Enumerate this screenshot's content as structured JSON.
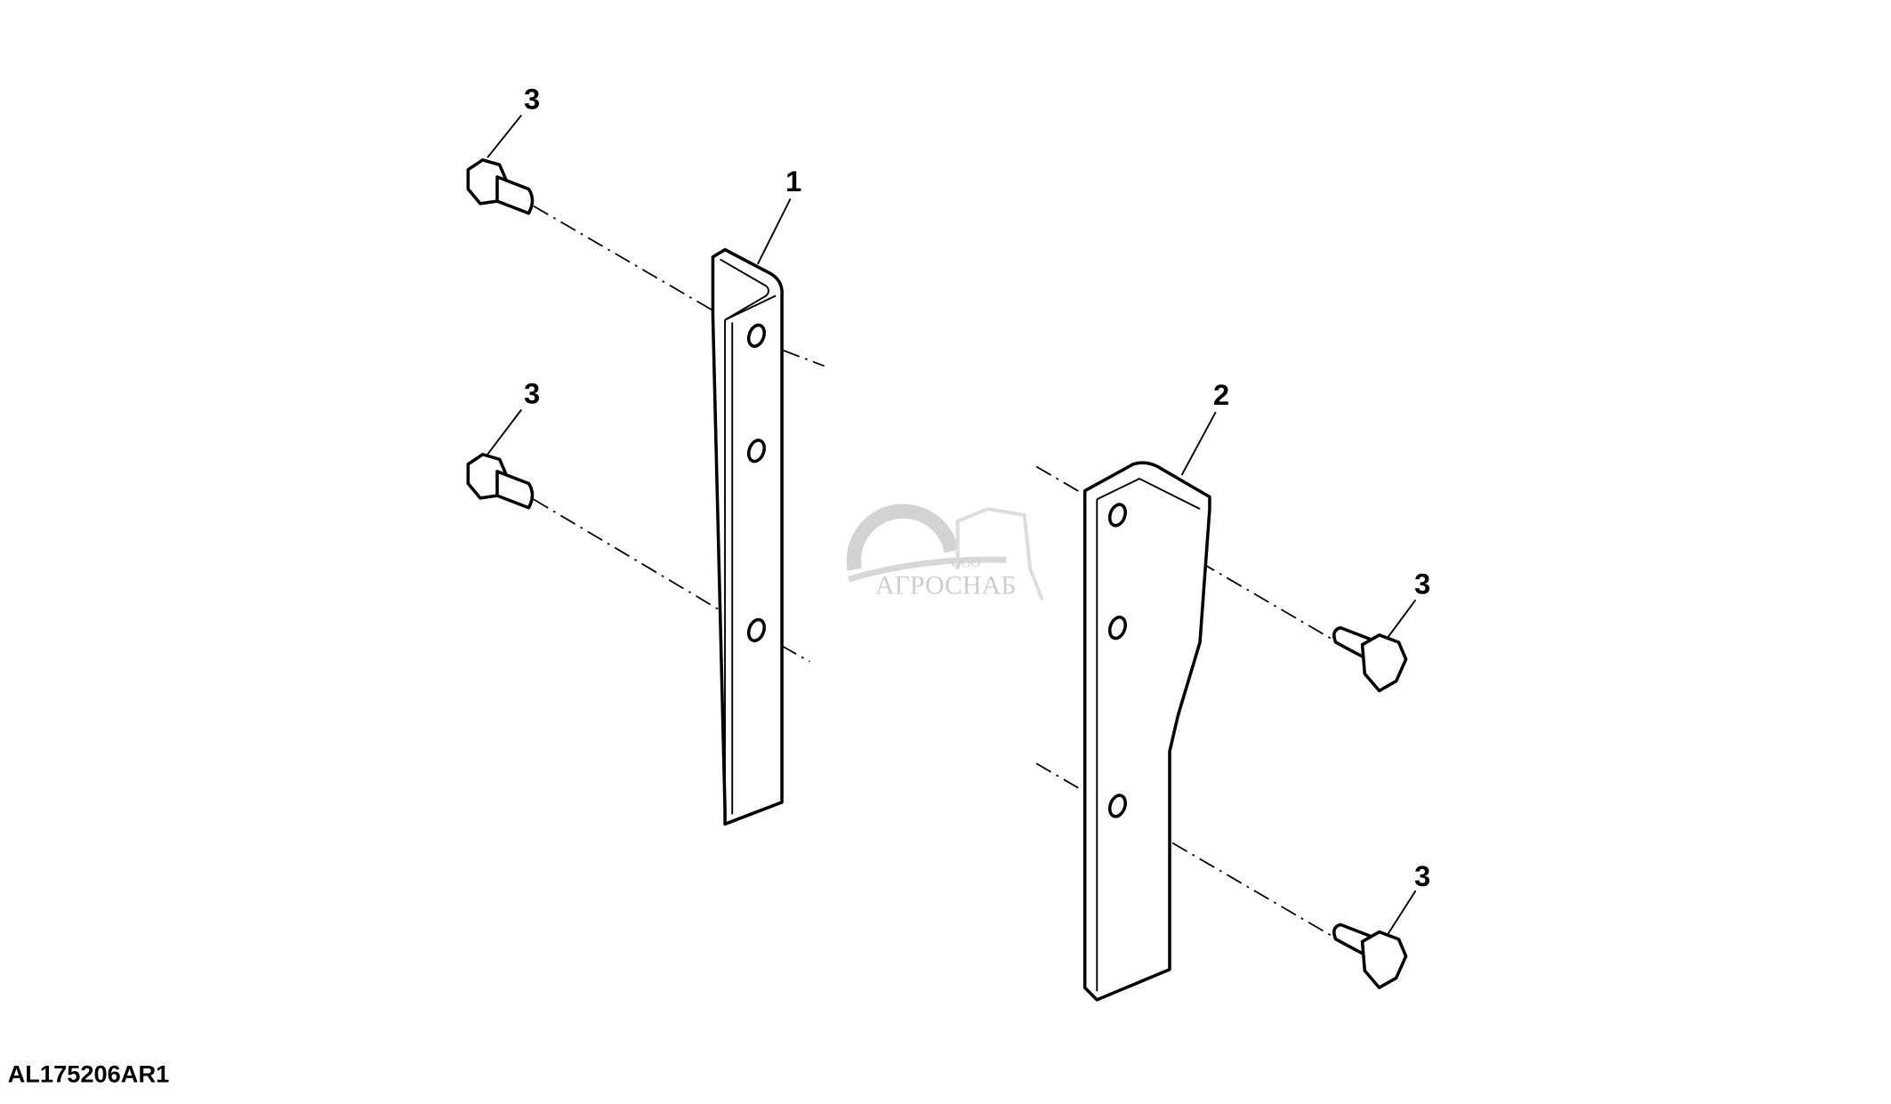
{
  "callouts": {
    "part1": "1",
    "part2": "2",
    "bolt_a": "3",
    "bolt_b": "3",
    "bolt_c": "3",
    "bolt_d": "3"
  },
  "figure_id": "AL175206AR1",
  "watermark": {
    "prefix": "ООО",
    "name": "АГРОСНАБ"
  }
}
